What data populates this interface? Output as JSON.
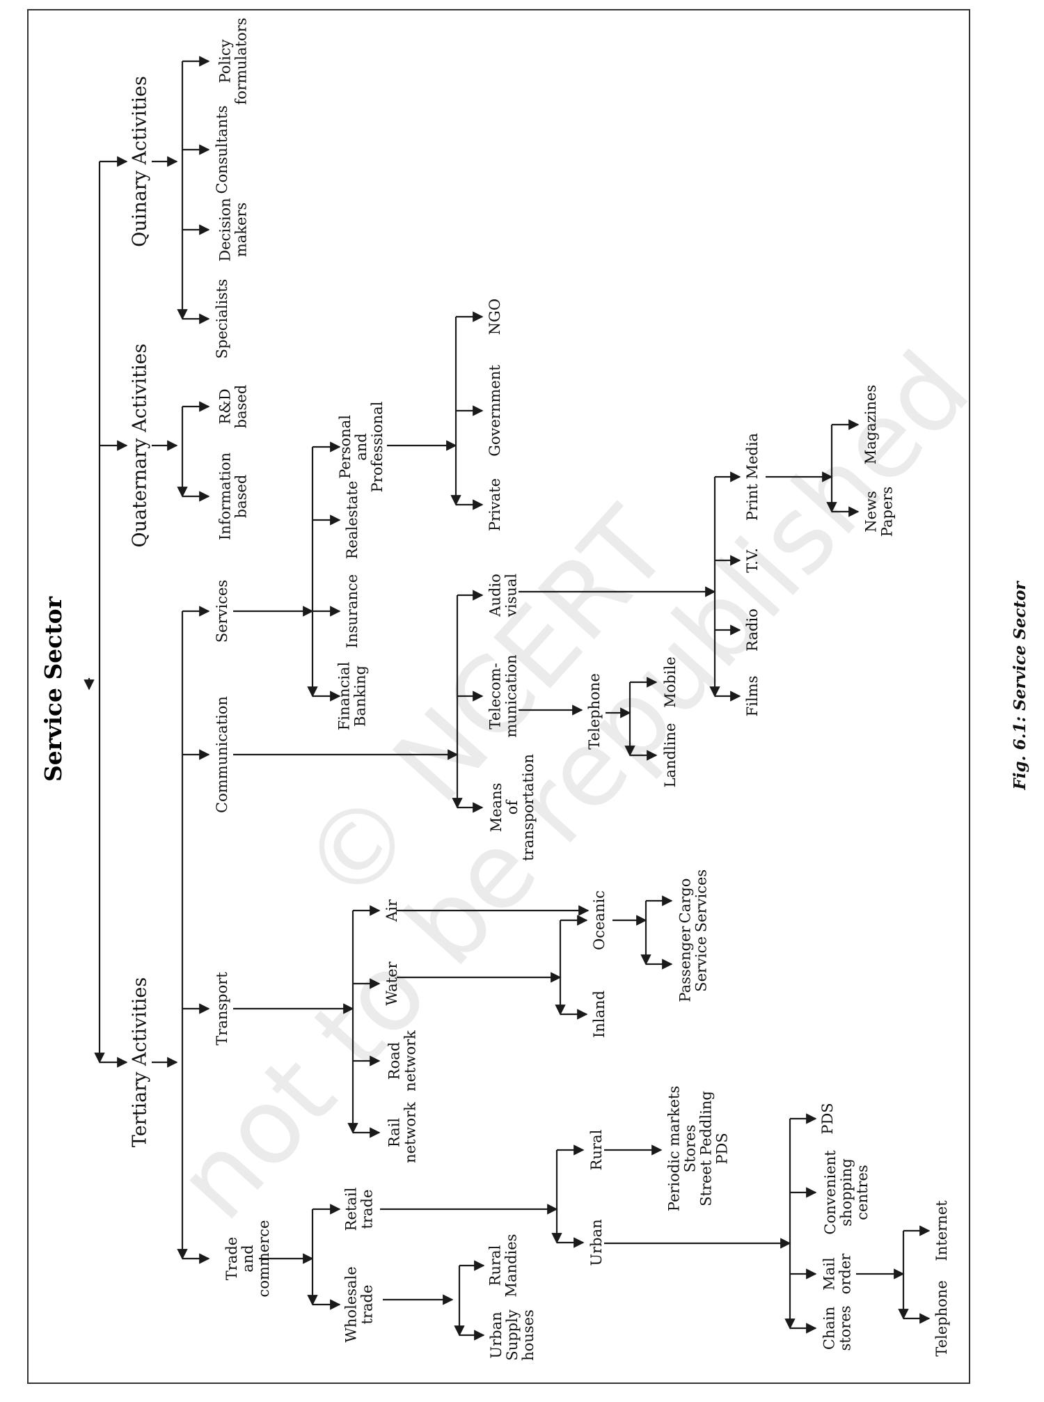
{
  "diagram": {
    "title": "Service Sector",
    "caption": "Fig. 6.1: Service Sector",
    "watermark": {
      "line1": "© NCERT",
      "line2": "not to be republished"
    },
    "nodes": {
      "tertiary": "Tertiary Activities",
      "quaternary": "Quaternary Activities",
      "quinary": "Quinary Activities",
      "trade": [
        "Trade",
        "and",
        "commerce"
      ],
      "transport": "Transport",
      "communication": "Communication",
      "services": "Services",
      "info_based": [
        "Information",
        "based"
      ],
      "rd_based": [
        "R&D",
        "based"
      ],
      "specialists": "Specialists",
      "decision_makers": [
        "Decision",
        "makers"
      ],
      "consultants": "Consultants",
      "policy": [
        "Policy",
        "formulators"
      ],
      "wholesale": [
        "Wholesale",
        "trade"
      ],
      "retail": [
        "Retail",
        "trade"
      ],
      "urban_supply": [
        "Urban",
        "Supply",
        "houses"
      ],
      "rural_mandies": [
        "Rural",
        "Mandies"
      ],
      "urban": "Urban",
      "rural": "Rural",
      "rural_outlets": [
        "Periodic markets",
        "Stores",
        "Street Peddling",
        "PDS"
      ],
      "chain": [
        "Chain",
        "stores"
      ],
      "mail": [
        "Mail",
        "order"
      ],
      "convenient": [
        "Convenient",
        "shopping",
        "centres"
      ],
      "pds": "PDS",
      "telephone_mo": "Telephone",
      "internet": "Internet",
      "rail": [
        "Rail",
        "network"
      ],
      "road": [
        "Road",
        "network"
      ],
      "water": "Water",
      "air": "Air",
      "inland": "Inland",
      "oceanic": "Oceanic",
      "passenger": [
        "Passenger",
        "Service"
      ],
      "cargo": [
        "Cargo",
        "Services"
      ],
      "means": [
        "Means",
        "of",
        "transportation"
      ],
      "telecom": [
        "Telecom-",
        "munication"
      ],
      "audio_visual": [
        "Audio",
        "visual"
      ],
      "telephone_tc": "Telephone",
      "landline": "Landline",
      "mobile": "Mobile",
      "films": "Films",
      "radio": "Radio",
      "tv": "T.V.",
      "print": "Print Media",
      "news": [
        "News",
        "Papers"
      ],
      "magazines": "Magazines",
      "financial": [
        "Financial",
        "Banking"
      ],
      "insurance": "Insurance",
      "realestate": "Realestate",
      "personal": [
        "Personal",
        "and",
        "Professional"
      ],
      "private": "Private",
      "government": "Government",
      "ngo": "NGO"
    }
  }
}
